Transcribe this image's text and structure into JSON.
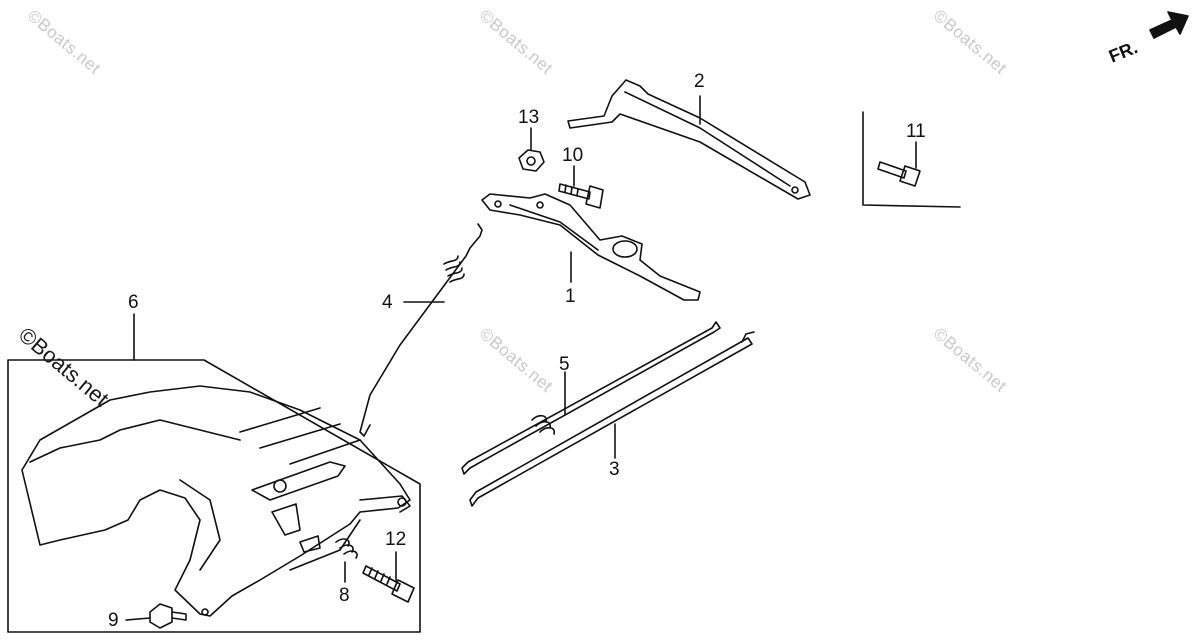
{
  "watermark": "©Boats.net",
  "orientation": {
    "label": "FR.",
    "icon": "front-direction-arrow-icon"
  },
  "callouts": [
    "1",
    "2",
    "3",
    "4",
    "5",
    "6",
    "8",
    "9",
    "10",
    "11",
    "12",
    "13"
  ],
  "colors": {
    "ink": "#111111",
    "watermark": "#c9c9c9",
    "background": "#ffffff"
  }
}
